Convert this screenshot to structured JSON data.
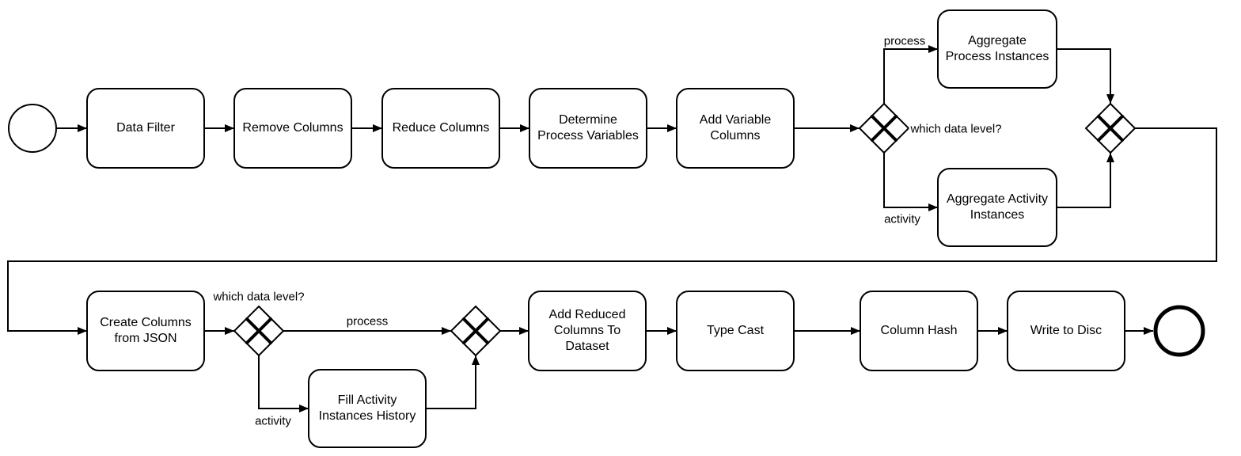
{
  "diagram": {
    "kind": "BPMN process flow",
    "colors": {
      "background": "#ffffff",
      "stroke": "#000000",
      "text": "#000000"
    }
  },
  "nodes": {
    "data_filter": {
      "label": "Data Filter"
    },
    "remove_columns": {
      "label": "Remove Columns"
    },
    "reduce_columns": {
      "label": "Reduce Columns"
    },
    "determine_process_variables": {
      "label": "Determine Process Variables"
    },
    "add_variable_columns": {
      "label": "Add Variable Columns"
    },
    "aggregate_process_instances": {
      "label": "Aggregate Process Instances"
    },
    "aggregate_activity_instances": {
      "label": "Aggregate Activity Instances"
    },
    "create_columns_from_json": {
      "label": "Create Columns from JSON"
    },
    "fill_activity_instances_history": {
      "label": "Fill Activity Instances History"
    },
    "add_reduced_columns_to_dataset": {
      "label": "Add Reduced Columns To Dataset"
    },
    "type_cast": {
      "label": "Type Cast"
    },
    "column_hash": {
      "label": "Column Hash"
    },
    "write_to_disc": {
      "label": "Write to Disc"
    }
  },
  "gateway_labels": {
    "top_question": "which data level?",
    "bottom_question": "which data level?"
  },
  "edge_labels": {
    "top_process": "process",
    "top_activity": "activity",
    "bottom_process": "process",
    "bottom_activity": "activity"
  }
}
